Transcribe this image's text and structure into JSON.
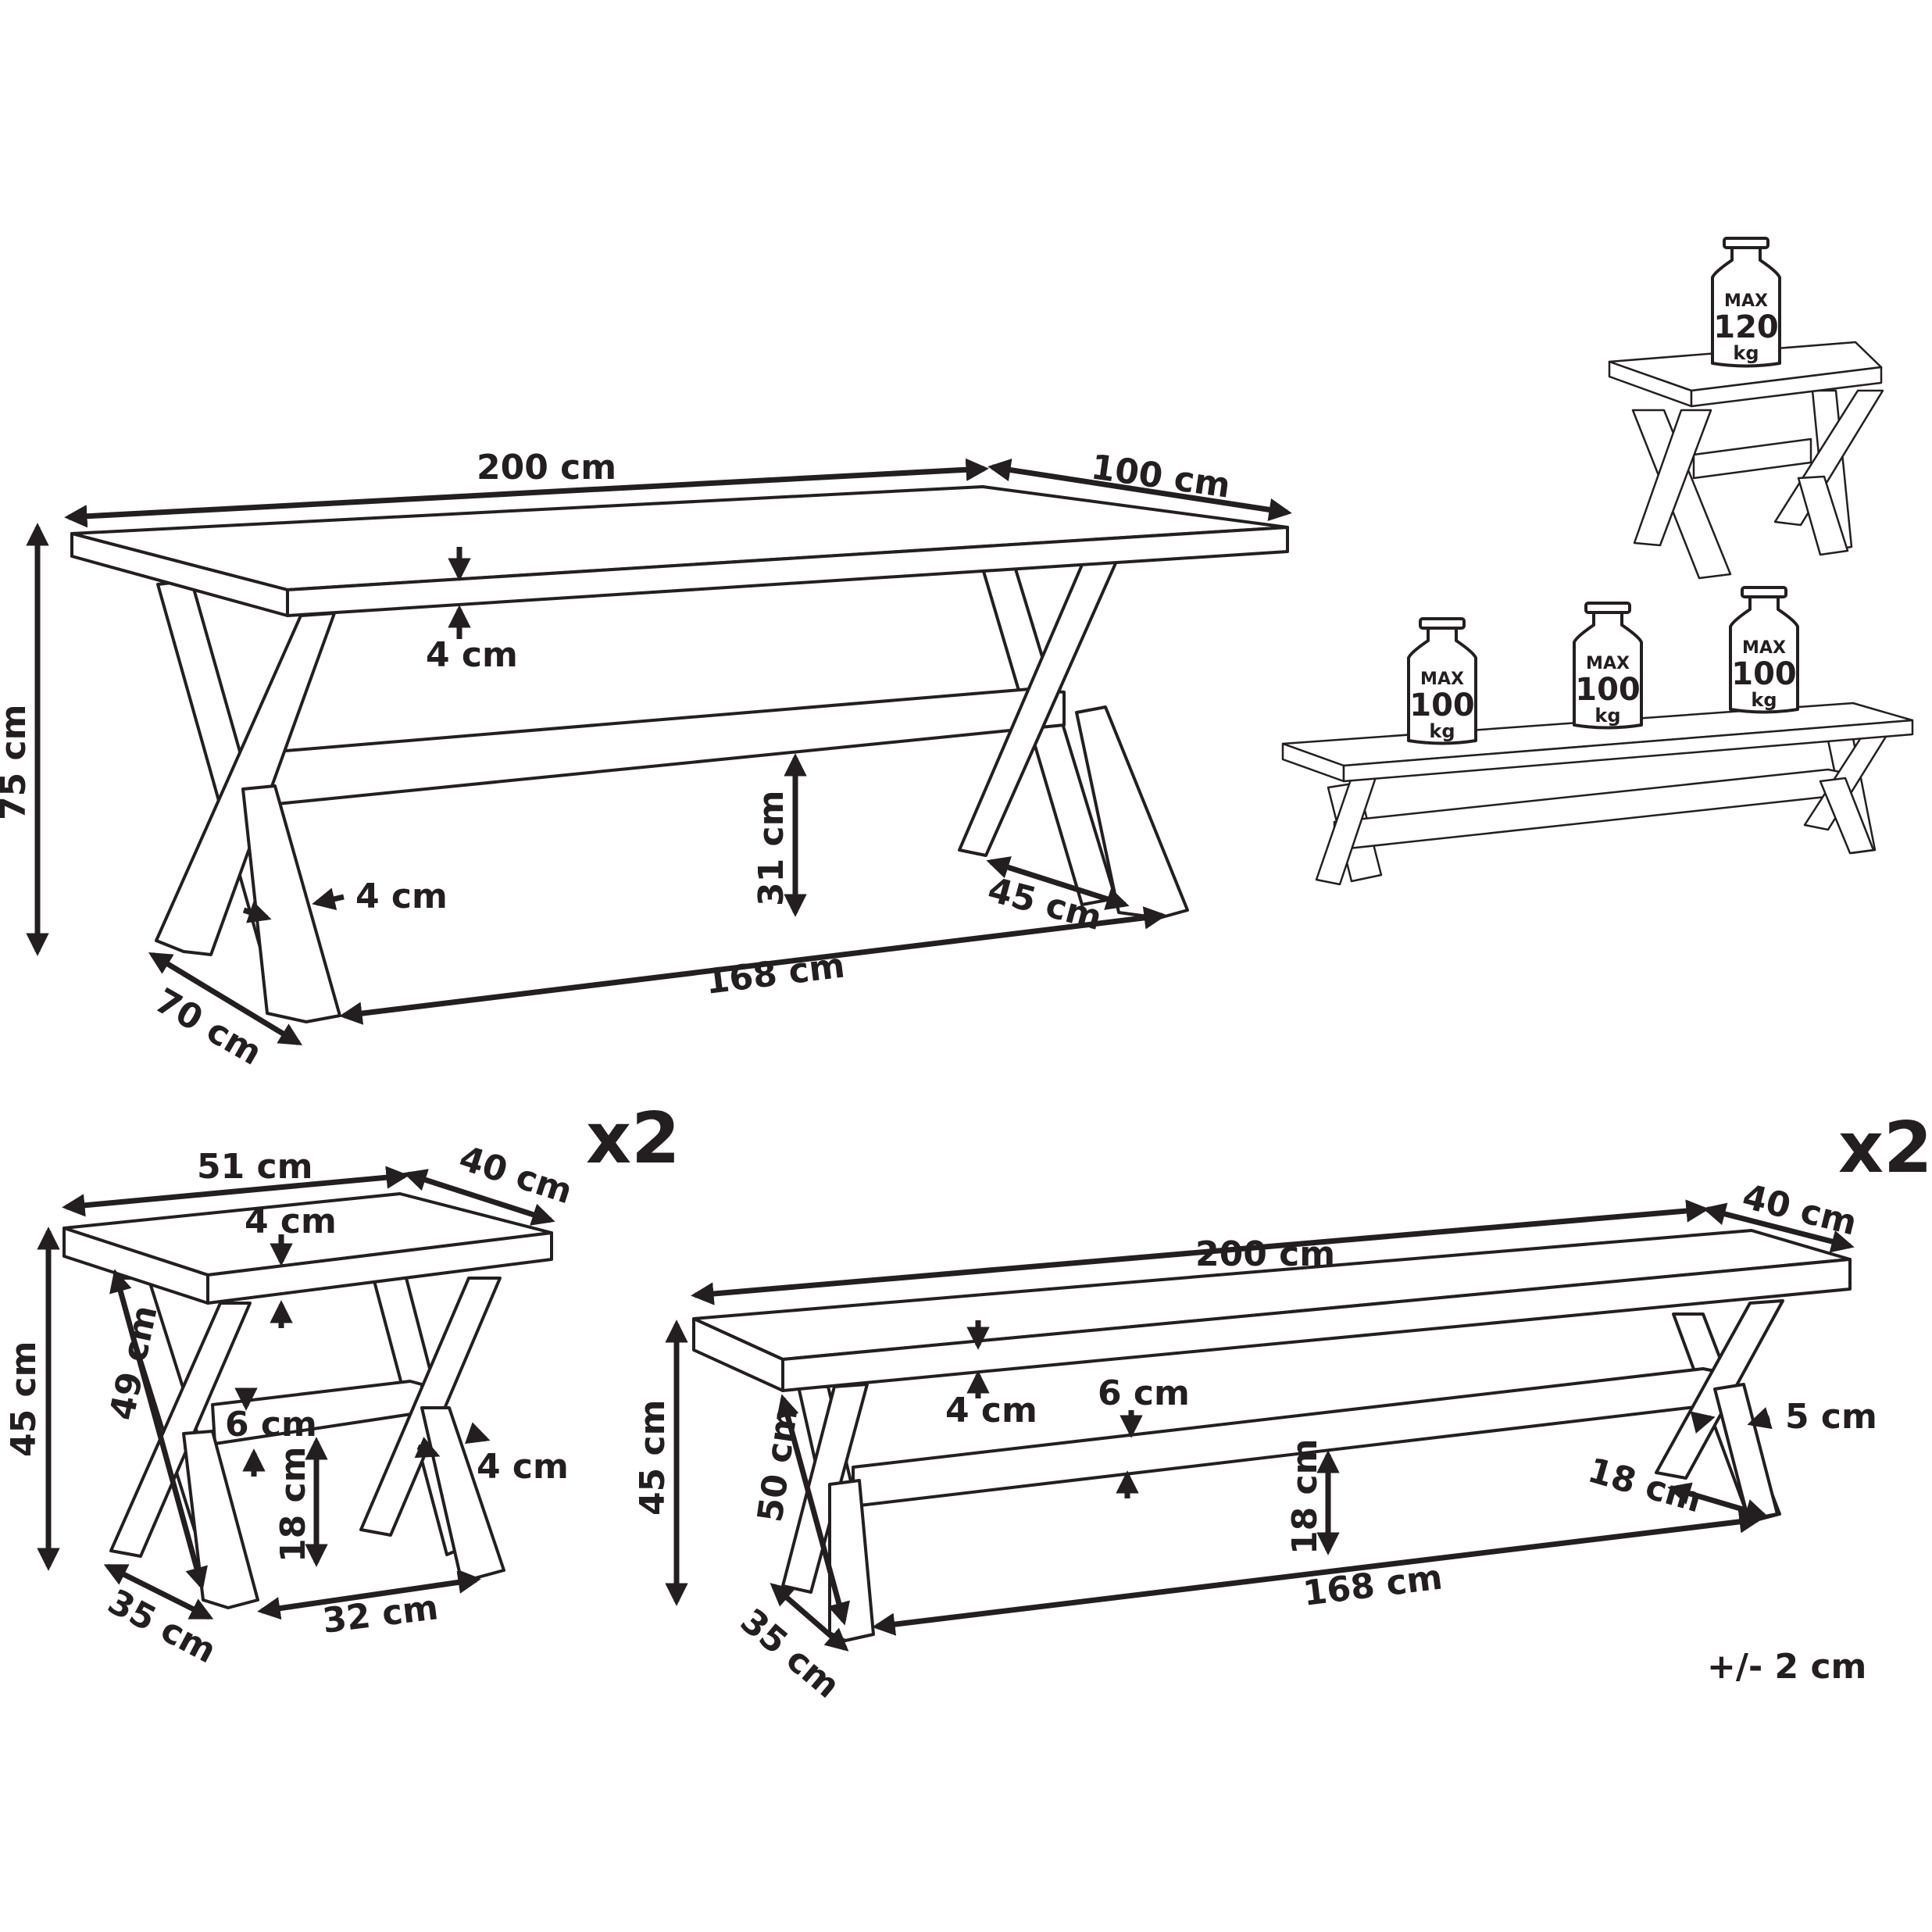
{
  "table": {
    "length": "200 cm",
    "depth": "100 cm",
    "height": "75 cm",
    "top_thickness": "4 cm",
    "leg_thickness": "4 cm",
    "stretcher_height": "31 cm",
    "leg_spread": "45 cm",
    "leg_span": "168 cm",
    "leg_depth": "70 cm"
  },
  "stool": {
    "quantity": "x2",
    "length": "51 cm",
    "depth": "40 cm",
    "height": "45 cm",
    "top_thickness": "4 cm",
    "leg_length": "49 cm",
    "stretcher_thickness": "6 cm",
    "stretcher_height": "18 cm",
    "leg_thickness": "4 cm",
    "leg_depth": "35 cm",
    "leg_span": "32 cm"
  },
  "bench": {
    "quantity": "x2",
    "length": "200 cm",
    "depth": "40 cm",
    "height": "45 cm",
    "top_thickness": "4 cm",
    "stretcher_thickness": "6 cm",
    "leg_thickness": "5 cm",
    "leg_length": "50 cm",
    "stretcher_height": "18 cm",
    "leg_spread": "18 cm",
    "leg_span": "168 cm",
    "leg_depth": "35 cm"
  },
  "load": {
    "stool": {
      "max": "MAX",
      "value": "120",
      "unit": "kg"
    },
    "bench": [
      {
        "max": "MAX",
        "value": "100",
        "unit": "kg"
      },
      {
        "max": "MAX",
        "value": "100",
        "unit": "kg"
      },
      {
        "max": "MAX",
        "value": "100",
        "unit": "kg"
      }
    ]
  },
  "tolerance": "+/- 2 cm"
}
